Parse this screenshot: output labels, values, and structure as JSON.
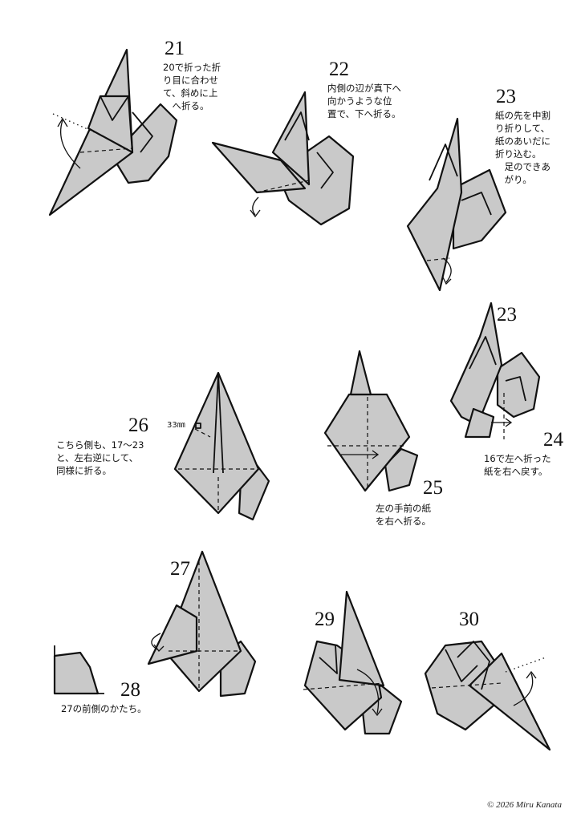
{
  "steps": [
    {
      "number": "21",
      "caption": "20で折った折\nり目に合わせ\nて、斜めに上\n　へ折る。"
    },
    {
      "number": "22",
      "caption": "内側の辺が真下へ\n向かうような位\n置で、下へ折る。"
    },
    {
      "number": "23",
      "caption": "紙の先を中割\nり折りして、\n紙のあいだに\n折り込む。\n　足のできあ\n　がり。"
    },
    {
      "number": "23",
      "caption": ""
    },
    {
      "number": "24",
      "caption": "16で左へ折った\n紙を右へ戻す。"
    },
    {
      "number": "25",
      "caption": "左の手前の紙\nを右へ折る。"
    },
    {
      "number": "26",
      "caption": "こちら側も、17〜23\nと、左右逆にして、\n同様に折る。"
    },
    {
      "number": "27",
      "caption": ""
    },
    {
      "number": "28",
      "caption": "27の前側のかたち。"
    },
    {
      "number": "29",
      "caption": ""
    },
    {
      "number": "30",
      "caption": ""
    }
  ],
  "measurement": "33㎜",
  "copyright": "© 2026 Miru Kanata",
  "colors": {
    "paper": "#c9c9c9",
    "line": "#111111",
    "background": "#ffffff"
  }
}
